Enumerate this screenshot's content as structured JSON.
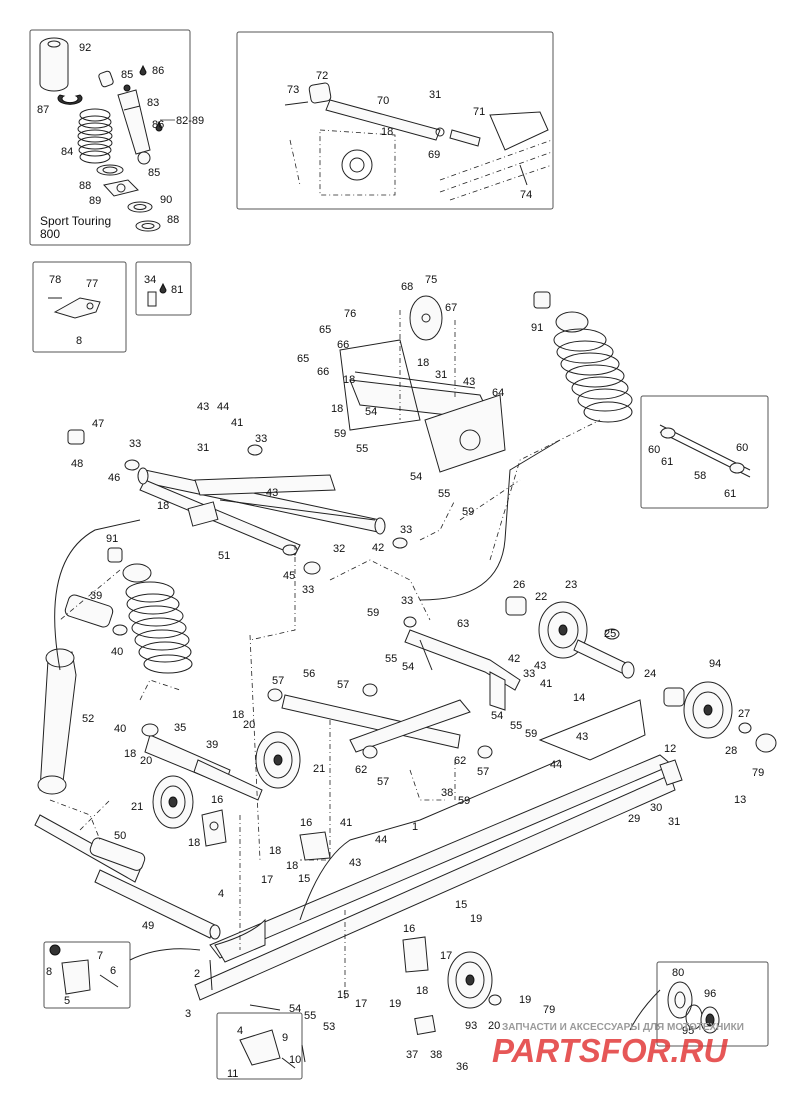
{
  "insets": {
    "shock_kit_range": "82-89",
    "model_line1": "Sport Touring",
    "model_line2": "800"
  },
  "watermark": {
    "caption": "ЗАПЧАСТИ И АКСЕССУАРЫ ДЛЯ МОТОТЕХНИКИ",
    "logo_text": "PARTSFOR.RU"
  },
  "colors": {
    "line": "#222222",
    "watermark_red": "#e23a3a",
    "watermark_grey": "#9a9a9a"
  },
  "callouts": [
    {
      "id": "c92",
      "text": "92"
    },
    {
      "id": "c87",
      "text": "87"
    },
    {
      "id": "c85a",
      "text": "85"
    },
    {
      "id": "c86a",
      "text": "86"
    },
    {
      "id": "c83",
      "text": "83"
    },
    {
      "id": "c86b",
      "text": "86"
    },
    {
      "id": "c84",
      "text": "84"
    },
    {
      "id": "c85b",
      "text": "85"
    },
    {
      "id": "c88a",
      "text": "88"
    },
    {
      "id": "c89",
      "text": "89"
    },
    {
      "id": "c90",
      "text": "90"
    },
    {
      "id": "c88b",
      "text": "88"
    },
    {
      "id": "c72",
      "text": "72"
    },
    {
      "id": "c73",
      "text": "73"
    },
    {
      "id": "c70",
      "text": "70"
    },
    {
      "id": "c31a",
      "text": "31"
    },
    {
      "id": "c71",
      "text": "71"
    },
    {
      "id": "c18a",
      "text": "18"
    },
    {
      "id": "c69",
      "text": "69"
    },
    {
      "id": "c74",
      "text": "74"
    },
    {
      "id": "c78",
      "text": "78"
    },
    {
      "id": "c77",
      "text": "77"
    },
    {
      "id": "c8a",
      "text": "8"
    },
    {
      "id": "c34",
      "text": "34"
    },
    {
      "id": "c81",
      "text": "81"
    },
    {
      "id": "c68",
      "text": "68"
    },
    {
      "id": "c75",
      "text": "75"
    },
    {
      "id": "c67",
      "text": "67"
    },
    {
      "id": "c76",
      "text": "76"
    },
    {
      "id": "c65a",
      "text": "65"
    },
    {
      "id": "c66a",
      "text": "66"
    },
    {
      "id": "c65b",
      "text": "65"
    },
    {
      "id": "c66b",
      "text": "66"
    },
    {
      "id": "c18b",
      "text": "18"
    },
    {
      "id": "c18c",
      "text": "18"
    },
    {
      "id": "c31b",
      "text": "31"
    },
    {
      "id": "c43a",
      "text": "43"
    },
    {
      "id": "c64",
      "text": "64"
    },
    {
      "id": "c18d",
      "text": "18"
    },
    {
      "id": "c54a",
      "text": "54"
    },
    {
      "id": "c59a",
      "text": "59"
    },
    {
      "id": "c55a",
      "text": "55"
    },
    {
      "id": "c54b",
      "text": "54"
    },
    {
      "id": "c55b",
      "text": "55"
    },
    {
      "id": "c59b",
      "text": "59"
    },
    {
      "id": "c91a",
      "text": "91"
    },
    {
      "id": "c60a",
      "text": "60"
    },
    {
      "id": "c61a",
      "text": "61"
    },
    {
      "id": "c60b",
      "text": "60"
    },
    {
      "id": "c58",
      "text": "58"
    },
    {
      "id": "c61b",
      "text": "61"
    },
    {
      "id": "c47",
      "text": "47"
    },
    {
      "id": "c48",
      "text": "48"
    },
    {
      "id": "c43b",
      "text": "43"
    },
    {
      "id": "c44a",
      "text": "44"
    },
    {
      "id": "c41a",
      "text": "41"
    },
    {
      "id": "c33a",
      "text": "33"
    },
    {
      "id": "c31c",
      "text": "31"
    },
    {
      "id": "c33b",
      "text": "33"
    },
    {
      "id": "c46",
      "text": "46"
    },
    {
      "id": "c43c",
      "text": "43"
    },
    {
      "id": "c18e",
      "text": "18"
    },
    {
      "id": "c51",
      "text": "51"
    },
    {
      "id": "c33c",
      "text": "33"
    },
    {
      "id": "c32",
      "text": "32"
    },
    {
      "id": "c42a",
      "text": "42"
    },
    {
      "id": "c45",
      "text": "45"
    },
    {
      "id": "c33d",
      "text": "33"
    },
    {
      "id": "c91b",
      "text": "91"
    },
    {
      "id": "c39a",
      "text": "39"
    },
    {
      "id": "c40a",
      "text": "40"
    },
    {
      "id": "c52",
      "text": "52"
    },
    {
      "id": "c26",
      "text": "26"
    },
    {
      "id": "c22",
      "text": "22"
    },
    {
      "id": "c23",
      "text": "23"
    },
    {
      "id": "c59c",
      "text": "59"
    },
    {
      "id": "c33e",
      "text": "33"
    },
    {
      "id": "c63",
      "text": "63"
    },
    {
      "id": "c25",
      "text": "25"
    },
    {
      "id": "c55c",
      "text": "55"
    },
    {
      "id": "c54c",
      "text": "54"
    },
    {
      "id": "c42b",
      "text": "42"
    },
    {
      "id": "c33f",
      "text": "33"
    },
    {
      "id": "c43d",
      "text": "43"
    },
    {
      "id": "c41b",
      "text": "41"
    },
    {
      "id": "c24",
      "text": "24"
    },
    {
      "id": "c94",
      "text": "94"
    },
    {
      "id": "c57a",
      "text": "57"
    },
    {
      "id": "c56",
      "text": "56"
    },
    {
      "id": "c57b",
      "text": "57"
    },
    {
      "id": "c54d",
      "text": "54"
    },
    {
      "id": "c55d",
      "text": "55"
    },
    {
      "id": "c59d",
      "text": "59"
    },
    {
      "id": "c14",
      "text": "14"
    },
    {
      "id": "c27",
      "text": "27"
    },
    {
      "id": "c28",
      "text": "28"
    },
    {
      "id": "c79a",
      "text": "79"
    },
    {
      "id": "c40b",
      "text": "40"
    },
    {
      "id": "c35",
      "text": "35"
    },
    {
      "id": "c18f",
      "text": "18"
    },
    {
      "id": "c20a",
      "text": "20"
    },
    {
      "id": "c39b",
      "text": "39"
    },
    {
      "id": "c21a",
      "text": "21"
    },
    {
      "id": "c62a",
      "text": "62"
    },
    {
      "id": "c57c",
      "text": "57"
    },
    {
      "id": "c62b",
      "text": "62"
    },
    {
      "id": "c57d",
      "text": "57"
    },
    {
      "id": "c43e",
      "text": "43"
    },
    {
      "id": "c44b",
      "text": "44"
    },
    {
      "id": "c12",
      "text": "12"
    },
    {
      "id": "c38a",
      "text": "38"
    },
    {
      "id": "c59e",
      "text": "59"
    },
    {
      "id": "c30",
      "text": "30"
    },
    {
      "id": "c13",
      "text": "13"
    },
    {
      "id": "c29",
      "text": "29"
    },
    {
      "id": "c31d",
      "text": "31"
    },
    {
      "id": "c18g",
      "text": "18"
    },
    {
      "id": "c20b",
      "text": "20"
    },
    {
      "id": "c21b",
      "text": "21"
    },
    {
      "id": "c16a",
      "text": "16"
    },
    {
      "id": "c18h",
      "text": "18"
    },
    {
      "id": "c41c",
      "text": "41"
    },
    {
      "id": "c44c",
      "text": "44"
    },
    {
      "id": "c43f",
      "text": "43"
    },
    {
      "id": "c1",
      "text": "1"
    },
    {
      "id": "c16b",
      "text": "16"
    },
    {
      "id": "c18i",
      "text": "18"
    },
    {
      "id": "c18j",
      "text": "18"
    },
    {
      "id": "c15a",
      "text": "15"
    },
    {
      "id": "c17a",
      "text": "17"
    },
    {
      "id": "c50",
      "text": "50"
    },
    {
      "id": "c4a",
      "text": "4"
    },
    {
      "id": "c49",
      "text": "49"
    },
    {
      "id": "c15b",
      "text": "15"
    },
    {
      "id": "c19a",
      "text": "19"
    },
    {
      "id": "c16c",
      "text": "16"
    },
    {
      "id": "c17b",
      "text": "17"
    },
    {
      "id": "c7",
      "text": "7"
    },
    {
      "id": "c8b",
      "text": "8"
    },
    {
      "id": "c6",
      "text": "6"
    },
    {
      "id": "c5",
      "text": "5"
    },
    {
      "id": "c2",
      "text": "2"
    },
    {
      "id": "c15c",
      "text": "15"
    },
    {
      "id": "c17c",
      "text": "17"
    },
    {
      "id": "c19b",
      "text": "19"
    },
    {
      "id": "c18k",
      "text": "18"
    },
    {
      "id": "c54e",
      "text": "54"
    },
    {
      "id": "c55e",
      "text": "55"
    },
    {
      "id": "c53",
      "text": "53"
    },
    {
      "id": "c93",
      "text": "93"
    },
    {
      "id": "c20c",
      "text": "20"
    },
    {
      "id": "c19c",
      "text": "19"
    },
    {
      "id": "c79b",
      "text": "79"
    },
    {
      "id": "c3",
      "text": "3"
    },
    {
      "id": "c4b",
      "text": "4"
    },
    {
      "id": "c9",
      "text": "9"
    },
    {
      "id": "c10",
      "text": "10"
    },
    {
      "id": "c11",
      "text": "11"
    },
    {
      "id": "c37",
      "text": "37"
    },
    {
      "id": "c38b",
      "text": "38"
    },
    {
      "id": "c36",
      "text": "36"
    },
    {
      "id": "c80",
      "text": "80"
    },
    {
      "id": "c96",
      "text": "96"
    },
    {
      "id": "c95",
      "text": "95"
    }
  ]
}
